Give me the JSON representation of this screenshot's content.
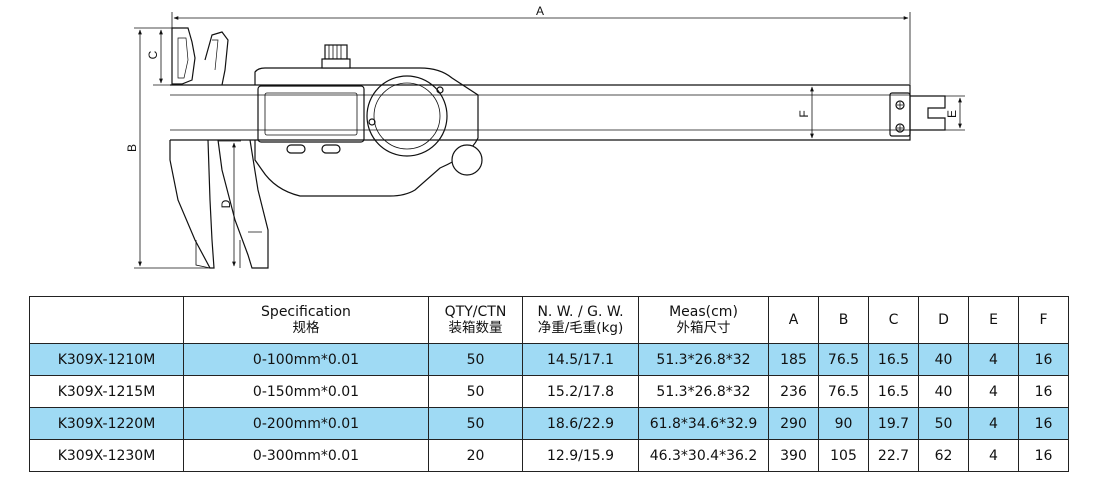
{
  "drawing": {
    "dim_labels": {
      "A": "A",
      "B": "B",
      "C": "C",
      "D": "D",
      "E": "E",
      "F": "F"
    }
  },
  "table": {
    "headers": [
      {
        "line1": "",
        "line2": ""
      },
      {
        "line1": "Specification",
        "line2": "规格"
      },
      {
        "line1": "QTY/CTN",
        "line2": "装箱数量"
      },
      {
        "line1": "N. W. / G. W.",
        "line2": "净重/毛重(kg)"
      },
      {
        "line1": "Meas(cm)",
        "line2": "外箱尺寸"
      },
      {
        "line1": "A",
        "line2": ""
      },
      {
        "line1": "B",
        "line2": ""
      },
      {
        "line1": "C",
        "line2": ""
      },
      {
        "line1": "D",
        "line2": ""
      },
      {
        "line1": "E",
        "line2": ""
      },
      {
        "line1": "F",
        "line2": ""
      }
    ],
    "rows": [
      {
        "highlight": true,
        "cells": [
          "K309X-1210M",
          "0-100mm*0.01",
          "50",
          "14.5/17.1",
          "51.3*26.8*32",
          "185",
          "76.5",
          "16.5",
          "40",
          "4",
          "16"
        ]
      },
      {
        "highlight": false,
        "cells": [
          "K309X-1215M",
          "0-150mm*0.01",
          "50",
          "15.2/17.8",
          "51.3*26.8*32",
          "236",
          "76.5",
          "16.5",
          "40",
          "4",
          "16"
        ]
      },
      {
        "highlight": true,
        "cells": [
          "K309X-1220M",
          "0-200mm*0.01",
          "50",
          "18.6/22.9",
          "61.8*34.6*32.9",
          "290",
          "90",
          "19.7",
          "50",
          "4",
          "16"
        ]
      },
      {
        "highlight": false,
        "cells": [
          "K309X-1230M",
          "0-300mm*0.01",
          "20",
          "12.9/15.9",
          "46.3*30.4*36.2",
          "390",
          "105",
          "22.7",
          "62",
          "4",
          "16"
        ]
      }
    ]
  }
}
